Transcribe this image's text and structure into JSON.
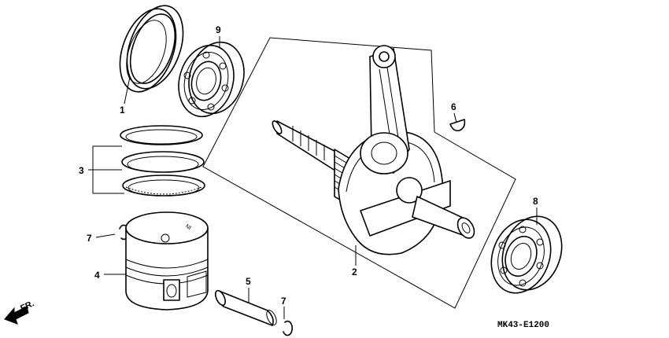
{
  "parts": [
    {
      "number": "1",
      "name": "oil-seal"
    },
    {
      "number": "9",
      "name": "bearing-top"
    },
    {
      "number": "6",
      "name": "woodruff-key"
    },
    {
      "number": "3",
      "name": "piston-ring-set"
    },
    {
      "number": "2",
      "name": "crankshaft-assembly"
    },
    {
      "number": "8",
      "name": "bearing-right"
    },
    {
      "number": "7",
      "name": "piston-pin-clip"
    },
    {
      "number": "4",
      "name": "piston"
    },
    {
      "number": "5",
      "name": "piston-pin"
    },
    {
      "number": "7",
      "name": "piston-pin-clip-lower"
    }
  ],
  "piston_stamp": "NI",
  "direction_label": "FR.",
  "diagram_code": "MK43-E1200"
}
